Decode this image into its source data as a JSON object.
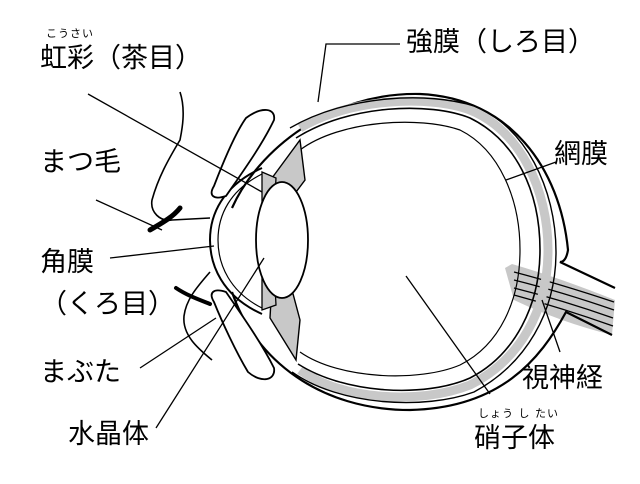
{
  "labels": {
    "iris": "虹彩（茶目）",
    "iris_reading": "こうさい",
    "eyelash": "まつ毛",
    "cornea_line1": "角膜",
    "cornea_line2": "（くろ目）",
    "eyelid": "まぶた",
    "lens": "水晶体",
    "sclera": "強膜（しろ目）",
    "retina": "網膜",
    "optic_nerve": "視神経",
    "vitreous": "硝子体",
    "vitreous_reading": "しょう し たい"
  },
  "colors": {
    "line": "#000000",
    "tissue": "#c8c8c8",
    "background": "#ffffff"
  }
}
